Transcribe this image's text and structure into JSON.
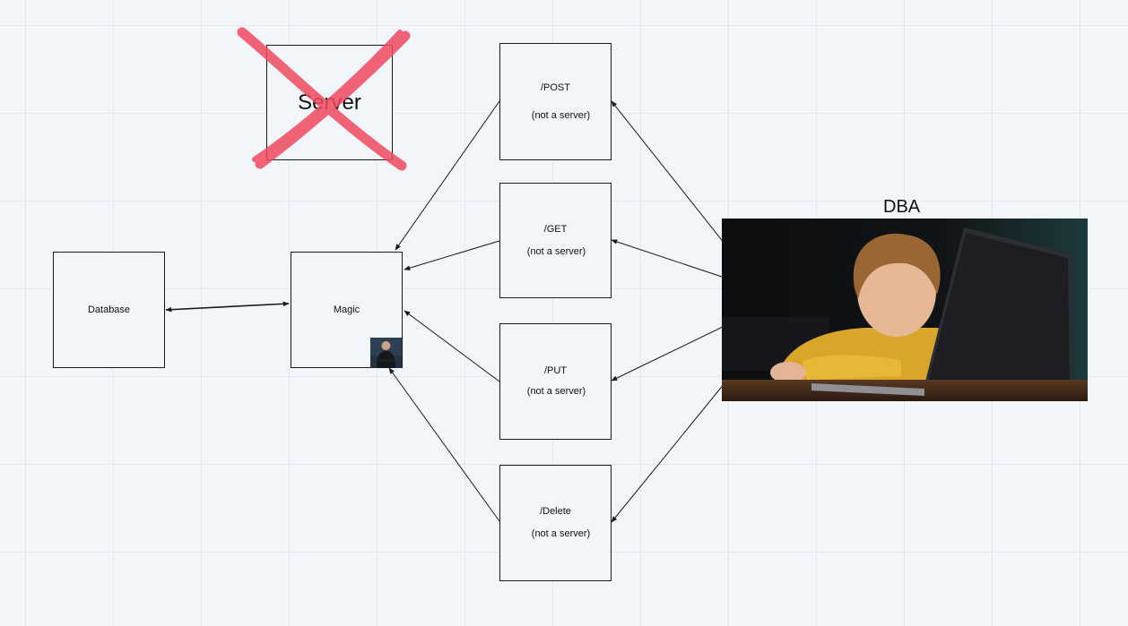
{
  "diagram": {
    "server_label": "Server",
    "nodes": {
      "database": "Database",
      "magic": "Magic",
      "post": {
        "label": "/POST",
        "note": "(not a server)"
      },
      "get": {
        "label": "/GET",
        "note": "(not a server)"
      },
      "put": {
        "label": "/PUT",
        "note": "(not a server)"
      },
      "delete": {
        "label": "/Delete",
        "note": "(not a server)"
      }
    },
    "dba_title": "DBA",
    "colors": {
      "strike": "#f0495e",
      "border": "#1a1a1a",
      "background": "#f2f5f9"
    },
    "icons": [
      "crossed-out-x-icon",
      "presenter-avatar-icon",
      "child-at-laptop-photo"
    ]
  }
}
